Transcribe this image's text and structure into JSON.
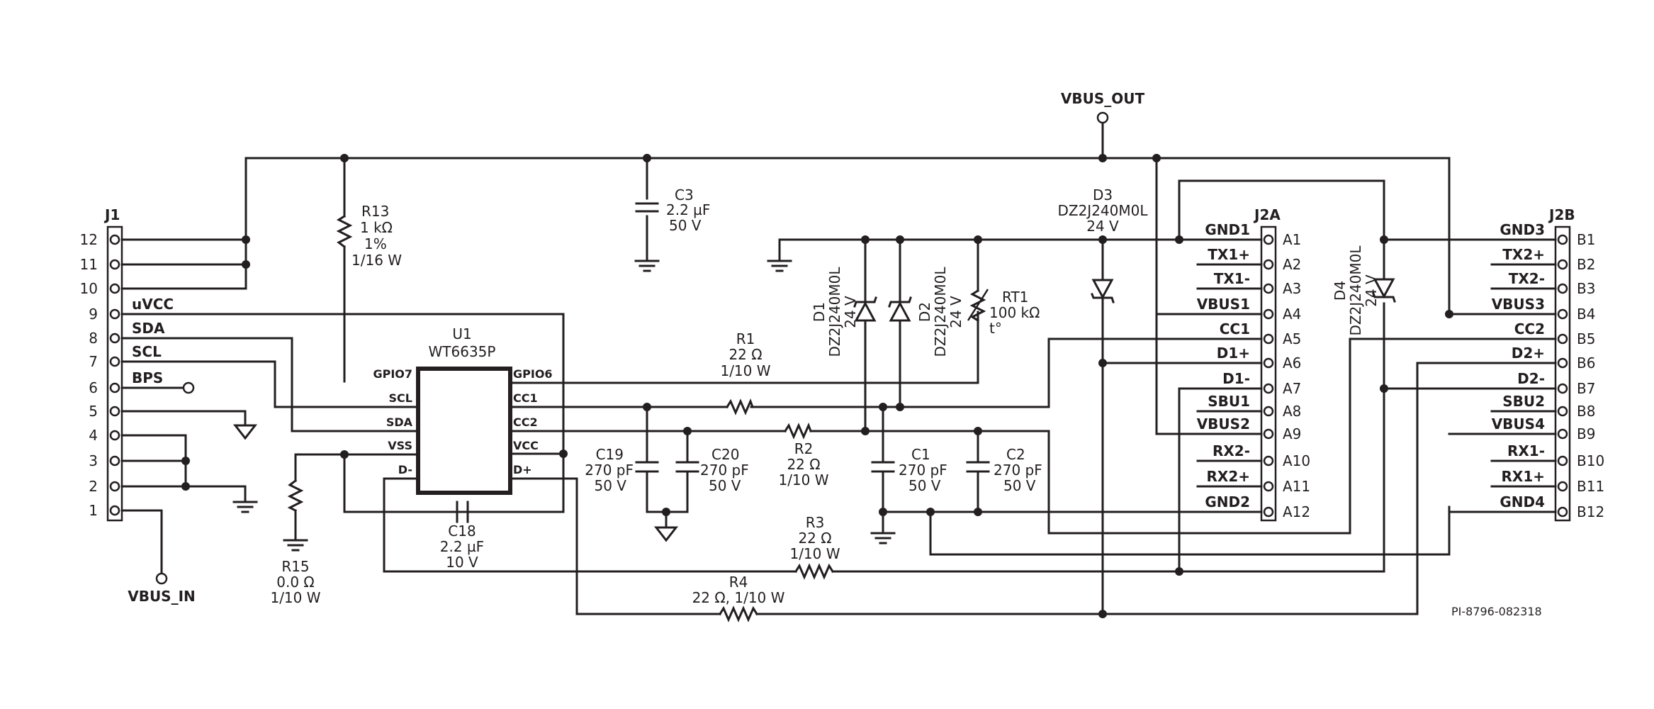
{
  "figure_id": "PI-8796-082318",
  "nets": {
    "vbus_out": "VBUS_OUT",
    "vbus_in": "VBUS_IN"
  },
  "j1": {
    "ref": "J1",
    "pins": [
      "12",
      "11",
      "10",
      "9",
      "8",
      "7",
      "6",
      "5",
      "4",
      "3",
      "2",
      "1"
    ],
    "signals": {
      "uvcc": "uVCC",
      "sda": "SDA",
      "scl": "SCL",
      "bps": "BPS"
    }
  },
  "u1": {
    "ref": "U1",
    "part": "WT6635P",
    "pins": {
      "gpio7": "GPIO7",
      "scl": "SCL",
      "sda": "SDA",
      "vss": "VSS",
      "dm": "D-",
      "gpio6": "GPIO6",
      "cc1": "CC1",
      "cc2": "CC2",
      "vcc": "VCC",
      "dp": "D+"
    }
  },
  "components": {
    "r13": [
      "R13",
      "1 kΩ",
      "1%",
      "1/16 W"
    ],
    "c3": [
      "C3",
      "2.2 µF",
      "50 V"
    ],
    "r15": [
      "R15",
      "0.0 Ω",
      "1/10 W"
    ],
    "c18": [
      "C18",
      "2.2 µF",
      "10 V"
    ],
    "c19": [
      "C19",
      "270 pF",
      "50 V"
    ],
    "c20": [
      "C20",
      "270 pF",
      "50 V"
    ],
    "r1": [
      "R1",
      "22 Ω",
      "1/10 W"
    ],
    "r2": [
      "R2",
      "22 Ω",
      "1/10 W"
    ],
    "r3": [
      "R3",
      "22 Ω",
      "1/10 W"
    ],
    "r4": [
      "R4",
      "22 Ω, 1/10 W"
    ],
    "c1": [
      "C1",
      "270 pF",
      "50 V"
    ],
    "c2": [
      "C2",
      "270 pF",
      "50 V"
    ],
    "d1": [
      "D1",
      "DZ2J240M0L",
      "24 V"
    ],
    "d2": [
      "D2",
      "DZ2J240M0L",
      "24 V"
    ],
    "d3": [
      "D3",
      "DZ2J240M0L",
      "24 V"
    ],
    "d4": [
      "D4",
      "DZ2J240M0L",
      "24 V"
    ],
    "rt1": [
      "RT1",
      "100 kΩ",
      "t°"
    ]
  },
  "j2a": {
    "ref": "J2A",
    "signals": [
      "GND1",
      "TX1+",
      "TX1-",
      "VBUS1",
      "CC1",
      "D1+",
      "D1-",
      "SBU1",
      "VBUS2",
      "RX2-",
      "RX2+",
      "GND2"
    ],
    "pins": [
      "A1",
      "A2",
      "A3",
      "A4",
      "A5",
      "A6",
      "A7",
      "A8",
      "A9",
      "A10",
      "A11",
      "A12"
    ]
  },
  "j2b": {
    "ref": "J2B",
    "signals": [
      "GND3",
      "TX2+",
      "TX2-",
      "VBUS3",
      "CC2",
      "D2+",
      "D2-",
      "SBU2",
      "VBUS4",
      "RX1-",
      "RX1+",
      "GND4"
    ],
    "pins": [
      "B1",
      "B2",
      "B3",
      "B4",
      "B5",
      "B6",
      "B7",
      "B8",
      "B9",
      "B10",
      "B11",
      "B12"
    ]
  }
}
